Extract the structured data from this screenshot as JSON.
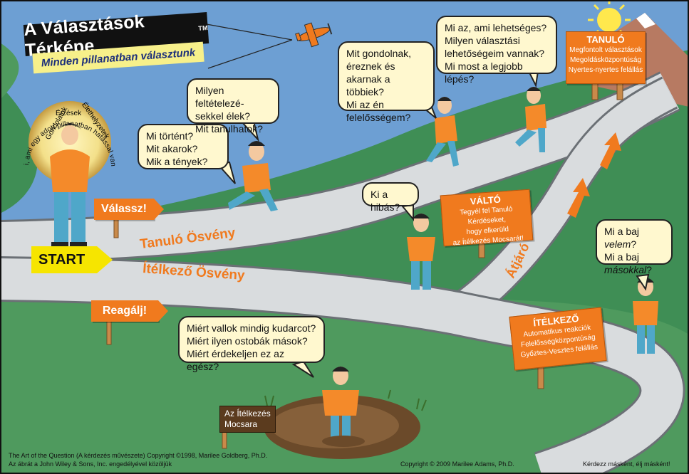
{
  "title": "A Választások Térképe",
  "title_mark": "TM",
  "subtitle": "Minden pillanatban választunk",
  "halo_words": [
    "Gondolatok",
    "Érzések",
    "Élethelyzetek"
  ],
  "halo_arc_text": "Bármi, ami egy adott pillanatban hatással van ránk",
  "start_label": "START",
  "choose_sign": "Válassz!",
  "react_sign": "Reagálj!",
  "learner_path": "Tanuló Ösvény",
  "judger_path": "Ítélkező Ösvény",
  "crossing": "Átjáró",
  "bubbles": {
    "b1": [
      "Mi történt?",
      "Mit akarok?",
      "Mik a tények?"
    ],
    "b2": [
      "Milyen feltételezé-",
      "sekkel élek?",
      "Mit tanulhatok?"
    ],
    "b3": [
      "Mit gondolnak,",
      "éreznek és",
      "akarnak a többiek?",
      "Mi az én",
      "felelősségem?"
    ],
    "b4": [
      "Mi az, ami lehetséges?",
      "Milyen választási",
      "lehetőségeim vannak?",
      "Mi most a legjobb lépés?"
    ],
    "b5": [
      "Ki a hibás?"
    ],
    "b6_line1_prefix": "Mi a baj ",
    "b6_line1_em": "velem",
    "b6_line1_suffix": "?",
    "b6_line2": "Mi a baj",
    "b6_line3_em": "másokkal",
    "b6_line3_suffix": "?",
    "b7": [
      "Miért vallok mindig kudarcot?",
      "Miért ilyen ostobák mások?",
      "Miért érdekeljen ez az egész?"
    ]
  },
  "signs": {
    "tanulo": {
      "title": "TANULÓ",
      "lines": [
        "Megfontolt választások",
        "Megoldásközpontúság",
        "Nyertes-nyertes felállás"
      ]
    },
    "valto": {
      "title": "VÁLTÓ",
      "lines": [
        "Tegyél fel Tanuló Kérdéseket,",
        "hogy elkerüld",
        "az Ítélkezés Mocsarát!"
      ]
    },
    "itelkezo": {
      "title": "ÍTÉLKEZŐ",
      "lines": [
        "Automatikus reakciók",
        "Felelősségközpontúság",
        "Győztes-Vesztes felállás"
      ]
    },
    "swamp": [
      "Az Ítélkezés",
      "Mocsara"
    ]
  },
  "footer": {
    "left1": "The Art of the Question (A kérdezés művészete) Copyright ©1998, Marilee Goldberg, Ph.D.",
    "left2": "Az ábrát a John Wiley & Sons, Inc. engedélyével közöljük",
    "center": "Copyright © 2009 Marilee Adams, Ph.D.",
    "right": "Kérdezz másként, élj másként!"
  },
  "colors": {
    "sky": "#6d9fd3",
    "grass": "#4f9a5e",
    "road": "#d9dcde",
    "orange": "#f07a1e",
    "bubble": "#fff8cf",
    "shirt": "#f48a2a",
    "pants": "#4fa7c9"
  }
}
